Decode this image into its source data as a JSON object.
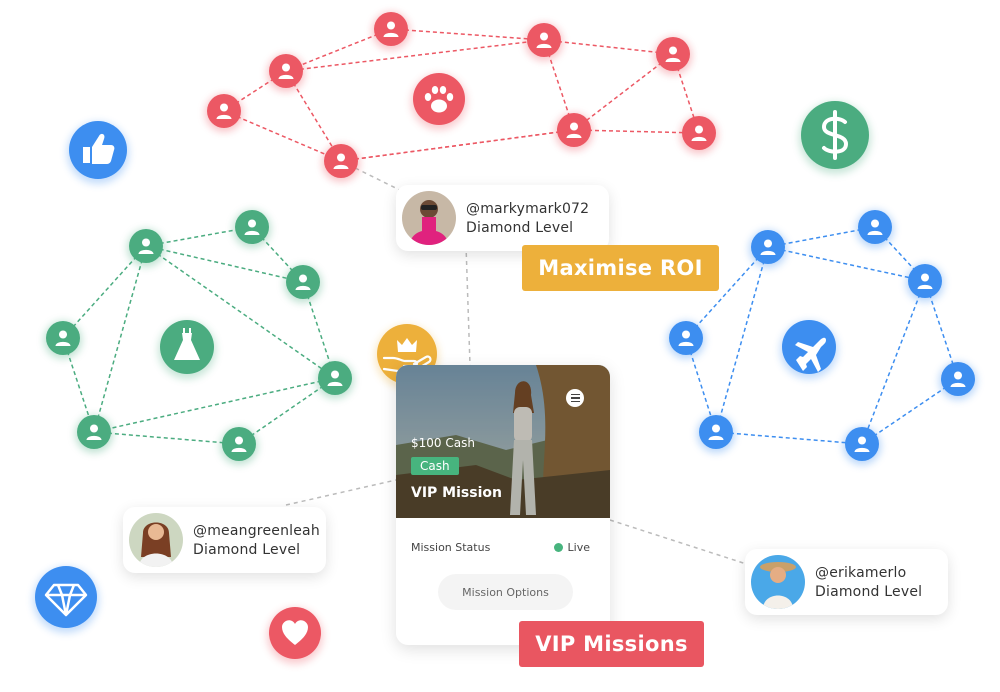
{
  "colors": {
    "red_network": "#ec5864",
    "green_network": "#4bac80",
    "blue_network": "#3d8ef0",
    "gold": "#edb03b",
    "live": "#47b47e"
  },
  "icons": {
    "red_cluster_center": "paw-icon",
    "green_cluster_center": "dress-icon",
    "blue_cluster_center": "airplane-icon",
    "floating": [
      "thumbs-up-icon",
      "dollar-icon",
      "diamond-icon",
      "heart-icon",
      "crown-hand-icon"
    ]
  },
  "users": [
    {
      "handle": "@markymark072",
      "level": "Diamond Level"
    },
    {
      "handle": "@meangreenleah",
      "level": "Diamond Level"
    },
    {
      "handle": "@erikamerlo",
      "level": "Diamond Level"
    }
  ],
  "tags": {
    "roi": "Maximise ROI",
    "vip": "VIP Missions"
  },
  "mission": {
    "amount": "$100 Cash",
    "badge": "Cash",
    "title": "VIP Mission",
    "status_label": "Mission Status",
    "status_value": "Live",
    "options_button": "Mission Options"
  }
}
